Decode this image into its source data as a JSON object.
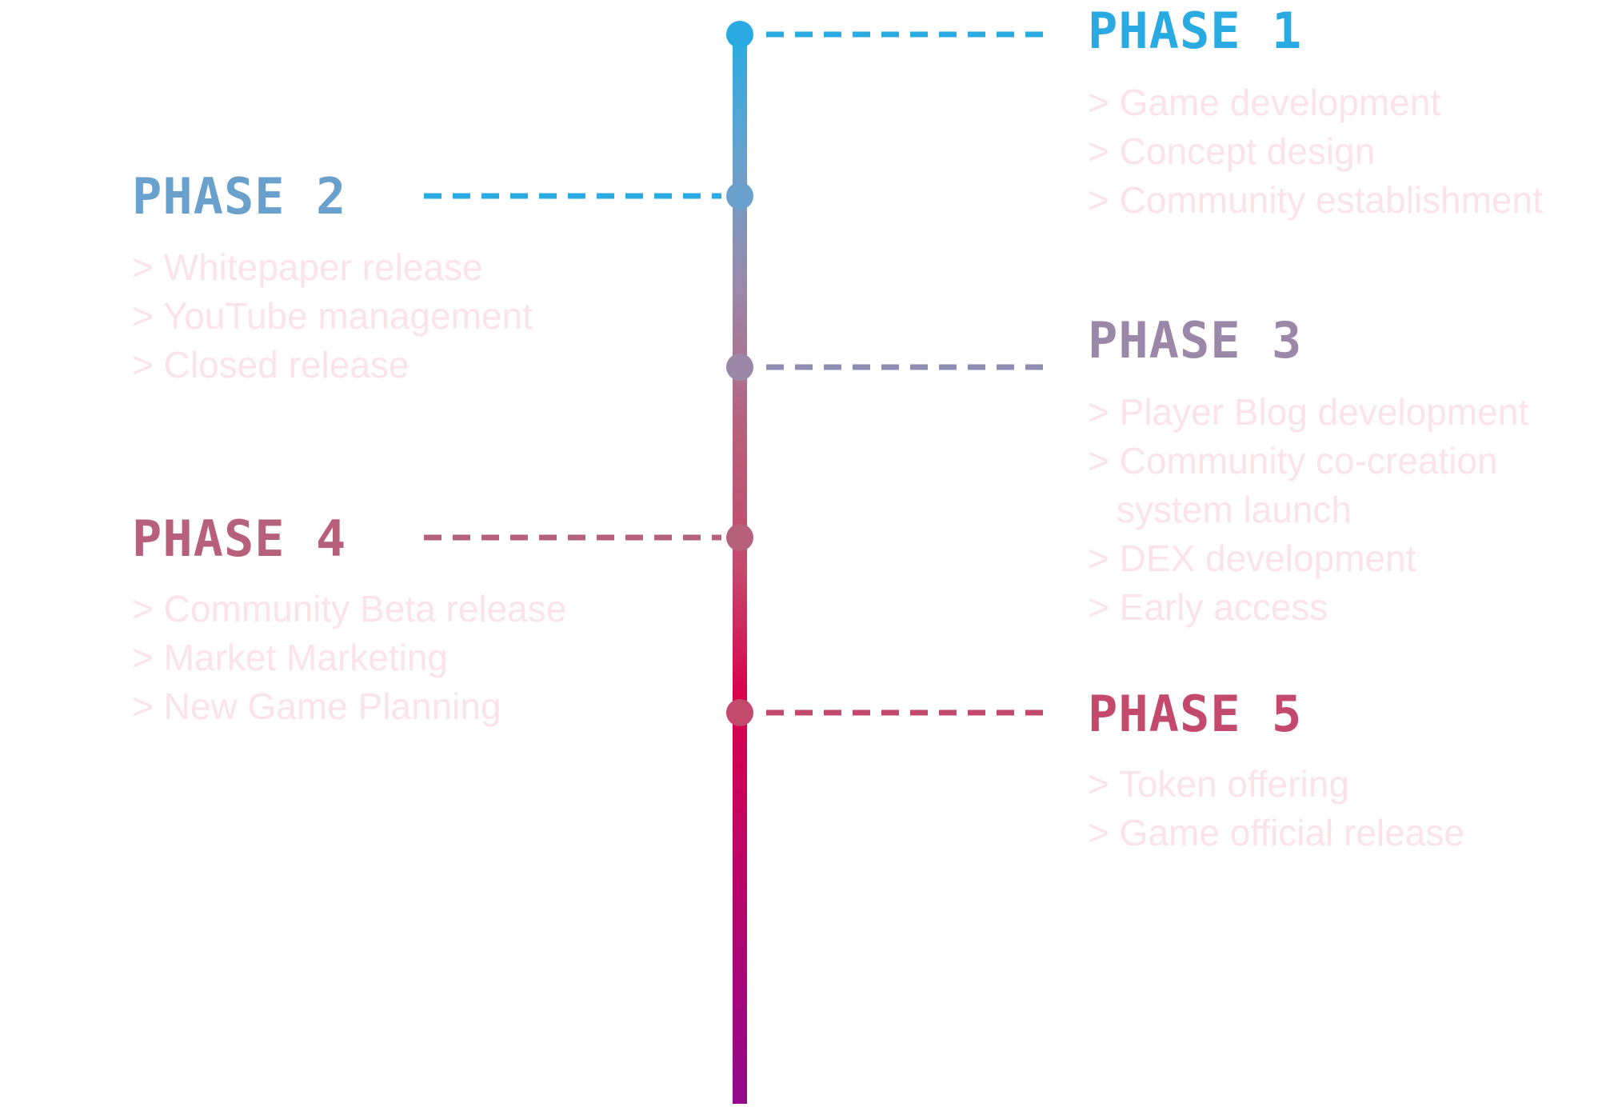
{
  "colors": {
    "line_top": "#29abe2",
    "line_mid": "#9b88a8",
    "line_red": "#d9004c",
    "line_bottom": "#920a8b",
    "item_text": "#fbe3ea"
  },
  "phases": [
    {
      "title": "PHASE 1",
      "color": "#29abe2",
      "items": [
        "Game development",
        "Concept design",
        "Community establishment"
      ]
    },
    {
      "title": "PHASE 2",
      "color": "#6aa1cc",
      "items": [
        "Whitepaper release",
        "YouTube management",
        "Closed release"
      ]
    },
    {
      "title": "PHASE 3",
      "color": "#9b88a8",
      "items": [
        "Player Blog development",
        "Community co-creation",
        "system launch",
        "DEX development",
        "Early access"
      ]
    },
    {
      "title": "PHASE 4",
      "color": "#b7607c",
      "items": [
        "Community Beta release",
        "Market Marketing",
        "New Game Planning"
      ]
    },
    {
      "title": "PHASE 5",
      "color": "#c44a6d",
      "items": [
        "Token offering",
        "Game official release"
      ]
    }
  ]
}
